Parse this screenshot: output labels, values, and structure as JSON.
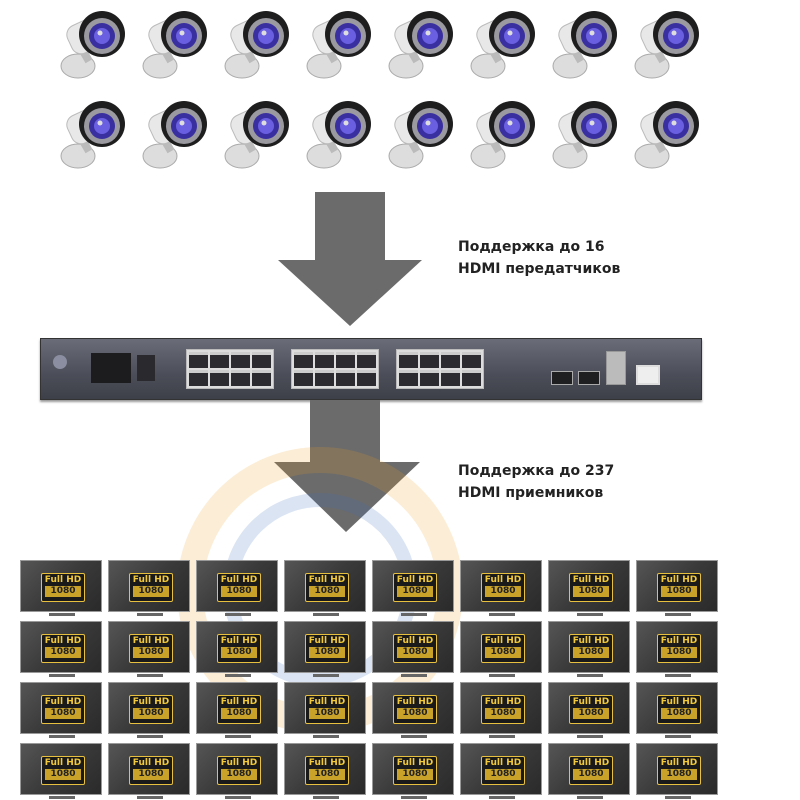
{
  "transmitters_label": {
    "line1": "Поддержка до 16",
    "line2": "HDMI передатчиков"
  },
  "receivers_label": {
    "line1": "Поддержка до 237",
    "line2": "HDMI приемников"
  },
  "camera_count": 16,
  "monitor_count": 32,
  "monitor_badge": {
    "top": "Full HD",
    "bottom": "1080"
  },
  "colors": {
    "arrow": "#6b6b6b",
    "switch": "#50525c",
    "badge_gold": "#f2c93a"
  }
}
